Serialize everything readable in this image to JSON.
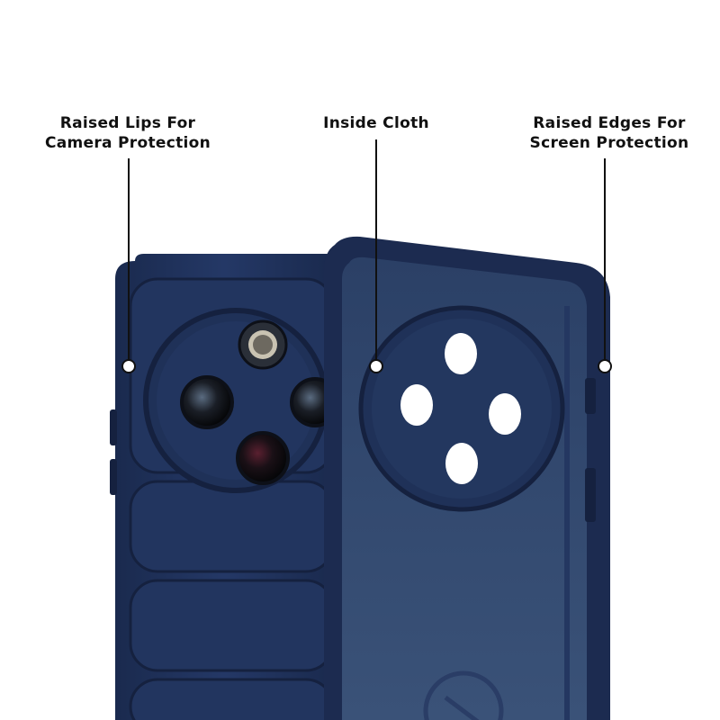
{
  "callouts": [
    {
      "line1": "Raised Lips For",
      "line2": "Camera Protection"
    },
    {
      "line1": "Inside Cloth",
      "line2": ""
    },
    {
      "line1": "Raised Edges For",
      "line2": "Screen Protection"
    }
  ],
  "colors": {
    "case": "#1f2f55",
    "case_dark": "#15213f",
    "case_light": "#2c3f6b",
    "inside": "#324a70",
    "line": "#111111",
    "background": "#ffffff"
  }
}
